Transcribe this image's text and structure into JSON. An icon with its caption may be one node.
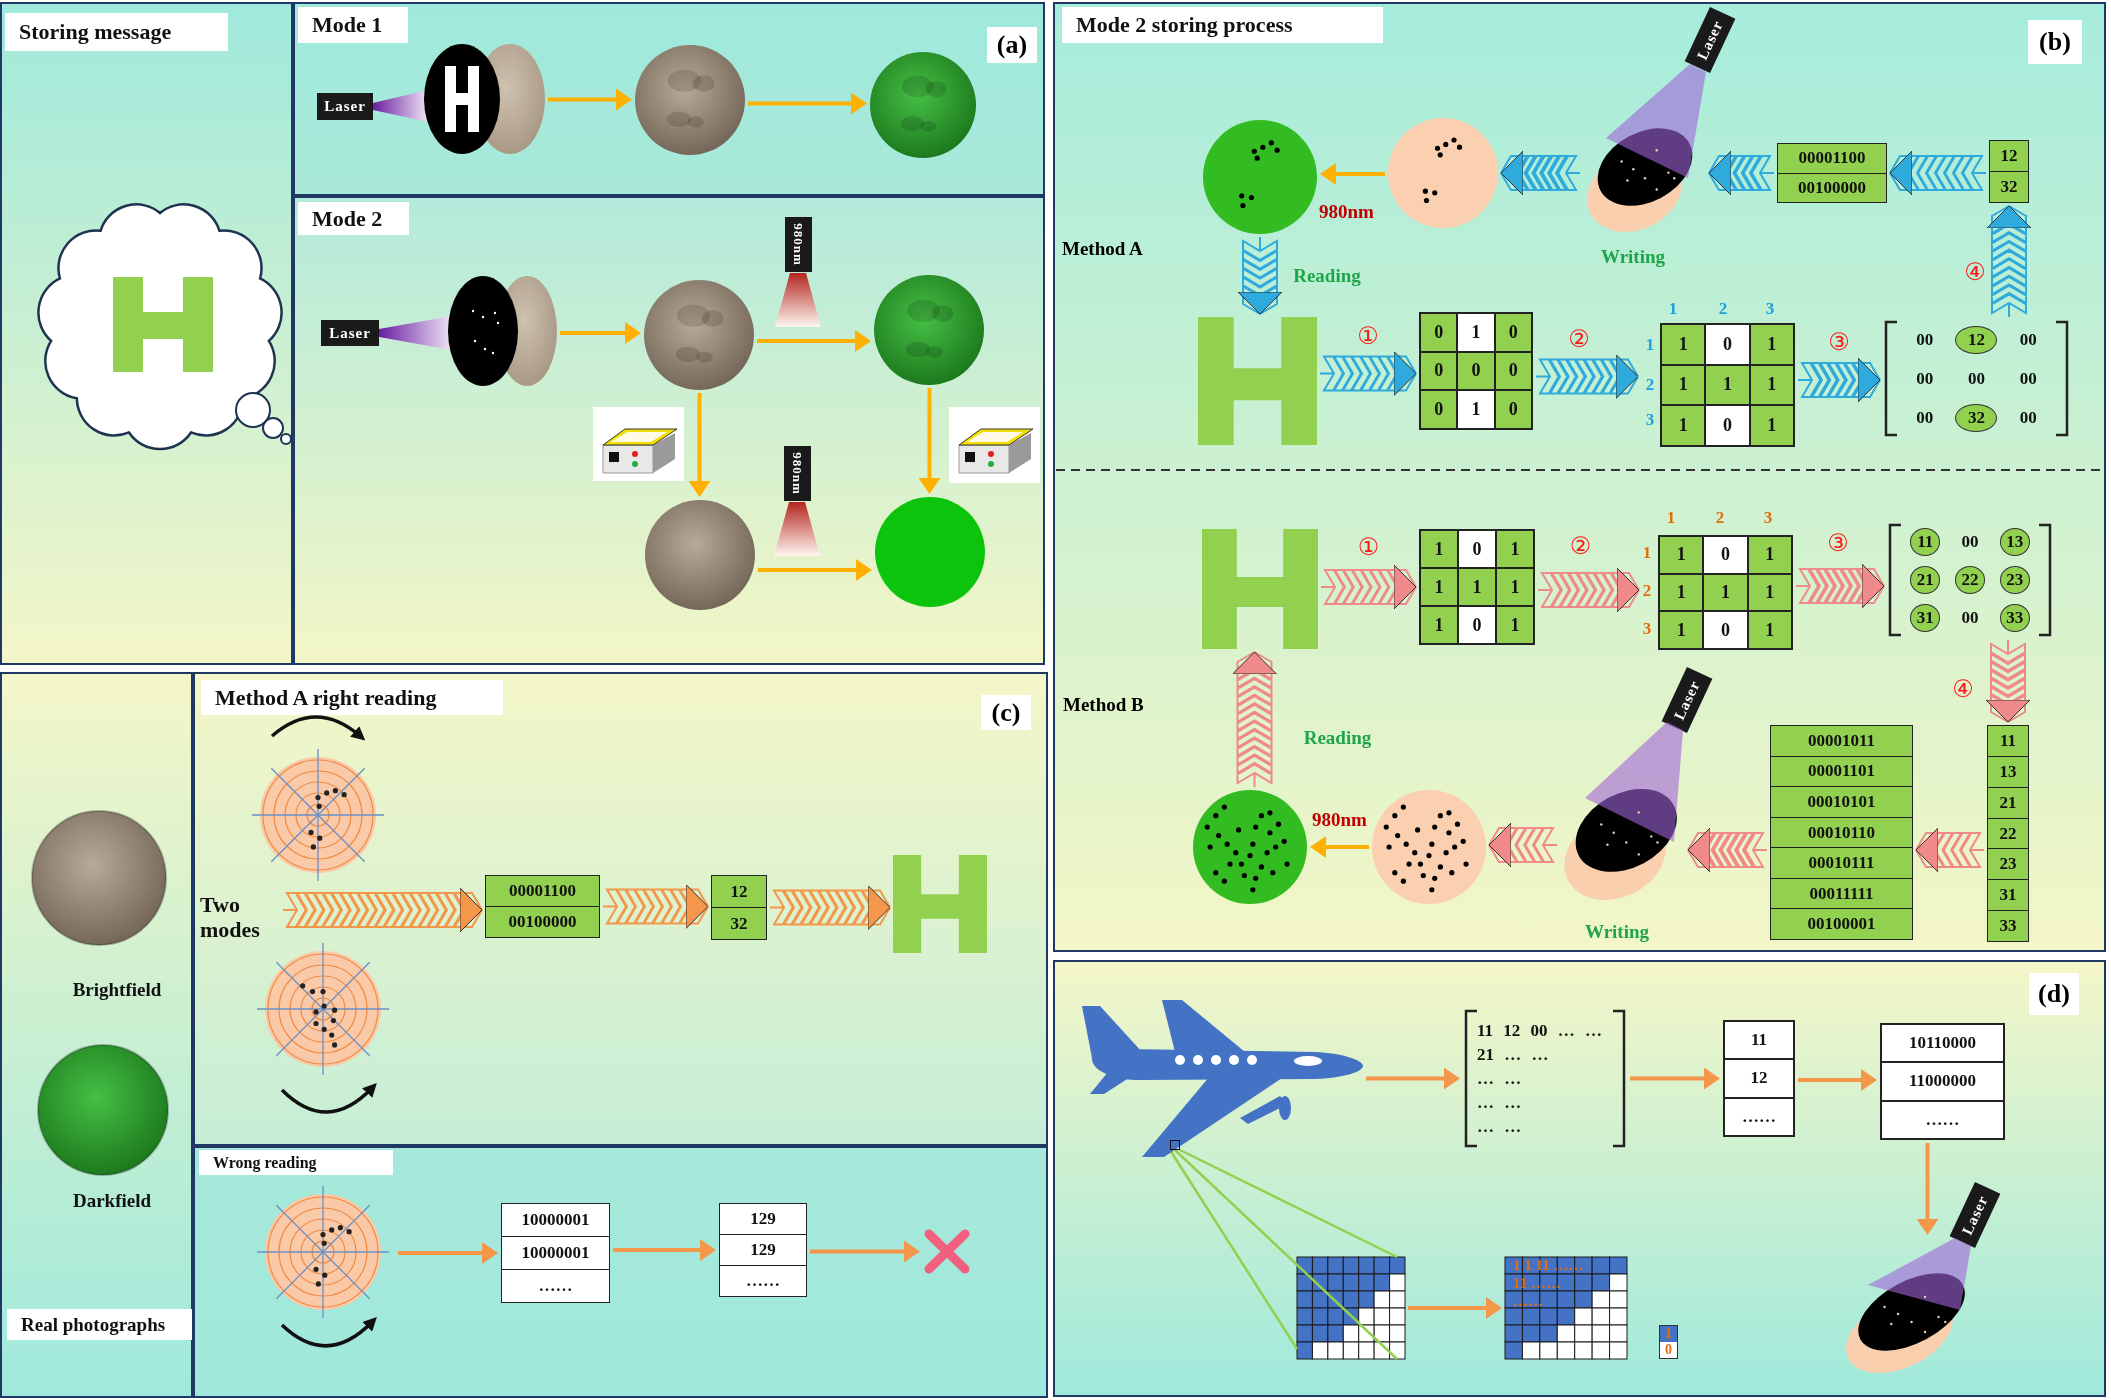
{
  "diagram": {
    "nodes": [
      {
        "text": [
          "Storing message"
        ]
      },
      {
        "text": [
          "Mode 1"
        ]
      },
      {
        "text": [
          "Laser"
        ],
        "in": 1
      },
      {
        "text": [],
        "shape": "picture",
        "in": 1
      },
      {
        "text": [],
        "shape": "picture",
        "in": 1
      },
      {
        "text": [],
        "shape": "picture",
        "in": 1
      },
      {
        "text": [
          "Mode 2"
        ]
      },
      {
        "text": [
          "Laser"
        ],
        "in": 6
      },
      {
        "text": [],
        "shape": "picture",
        "in": 6
      },
      {
        "text": [],
        "shape": "picture",
        "in": 6
      },
      {
        "text": [
          "980nm"
        ],
        "in": 6
      },
      {
        "text": [],
        "shape": "picture",
        "in": 6
      },
      {
        "text": [],
        "shape": "picture",
        "in": 6
      },
      {
        "text": [
          "980nm"
        ],
        "in": 6
      },
      {
        "text": [],
        "shape": "circle",
        "in": 6
      },
      {
        "text": [
          "Mode 2 storing process"
        ]
      },
      {
        "text": [],
        "shape": "picture",
        "in": 15
      },
      {
        "text": [],
        "shape": "picture",
        "in": 15
      },
      {
        "text": [
          "Laser"
        ],
        "in": 15
      },
      {
        "text": [],
        "shape": "picture",
        "in": 15,
        "beside": [
          "Writing"
        ]
      },
      {
        "text": [
          "00001100",
          "00100000"
        ],
        "in": 15
      },
      {
        "text": [
          "12",
          "32"
        ],
        "in": 15
      },
      {
        "text": [],
        "shape": "picture",
        "in": 15
      },
      {
        "text": [
          "0",
          "1",
          "0",
          "0",
          "0",
          "0",
          "0",
          "1",
          "0"
        ],
        "in": 15
      },
      {
        "text": [
          "1",
          "0",
          "1",
          "1",
          "1",
          "1",
          "1",
          "0",
          "1"
        ],
        "in": 15,
        "beside": [
          "1",
          "2",
          "3",
          "1",
          "2",
          "3"
        ]
      },
      {
        "text": [
          "00",
          "12",
          "00",
          "00",
          "00",
          "00",
          "00",
          "32",
          "00"
        ],
        "in": 15
      },
      {
        "text": [],
        "shape": "picture",
        "in": 15
      },
      {
        "text": [
          "1",
          "0",
          "1",
          "1",
          "1",
          "1",
          "1",
          "0",
          "1"
        ],
        "in": 15
      },
      {
        "text": [
          "1",
          "0",
          "1",
          "1",
          "1",
          "1",
          "1",
          "0",
          "1"
        ],
        "in": 15,
        "beside": [
          "1",
          "2",
          "3",
          "1",
          "2",
          "3"
        ]
      },
      {
        "text": [
          "11",
          "00",
          "13",
          "21",
          "22",
          "23",
          "31",
          "00",
          "33"
        ],
        "in": 15
      },
      {
        "text": [
          "11",
          "13",
          "21",
          "22",
          "23",
          "31",
          "33"
        ],
        "in": 15
      },
      {
        "text": [
          "00001011",
          "00001101",
          "00010101",
          "00010110",
          "00010111",
          "00011111",
          "00100001"
        ],
        "in": 15
      },
      {
        "text": [
          "Laser"
        ],
        "in": 15
      },
      {
        "text": [],
        "shape": "picture",
        "in": 15,
        "beside": [
          "Writing"
        ]
      },
      {
        "text": [],
        "shape": "picture",
        "in": 15
      },
      {
        "text": [],
        "shape": "picture",
        "in": 15
      },
      {
        "text": [
          "Real photographs"
        ]
      },
      {
        "text": [],
        "shape": "picture",
        "in": 36,
        "beside": [
          "Brightfield"
        ]
      },
      {
        "text": [],
        "shape": "picture",
        "in": 36,
        "beside": [
          "Darkfield"
        ]
      },
      {
        "text": [
          "Method A right reading"
        ]
      },
      {
        "text": [],
        "shape": "picture",
        "in": 39
      },
      {
        "text": [],
        "shape": "picture",
        "in": 39
      },
      {
        "text": [
          "Two modes"
        ],
        "in": 39
      },
      {
        "text": [
          "00001100",
          "00100000"
        ],
        "in": 39
      },
      {
        "text": [
          "12",
          "32"
        ],
        "in": 39
      },
      {
        "text": [],
        "shape": "picture",
        "in": 39
      },
      {
        "text": [
          "Wrong reading"
        ]
      },
      {
        "text": [],
        "shape": "picture",
        "in": 46
      },
      {
        "text": [
          "10000001",
          "10000001",
          "……"
        ],
        "in": 46
      },
      {
        "text": [
          "129",
          "129",
          "……"
        ],
        "in": 46
      },
      {
        "text": [],
        "shape": "cross",
        "in": 46
      },
      {
        "text": [],
        "shape": "box"
      },
      {
        "text": [],
        "shape": "picture",
        "in": 51
      },
      {
        "text": [],
        "shape": "box",
        "in": 52
      },
      {
        "text": [
          "11 12 00 … …",
          "21 … …",
          "… …",
          "… …",
          "… …"
        ],
        "in": 51
      },
      {
        "text": [
          "11",
          "12",
          "……"
        ],
        "in": 51
      },
      {
        "text": [
          "10110000",
          "11000000",
          "……"
        ],
        "in": 51
      },
      {
        "text": [],
        "shape": "picture",
        "in": 51
      },
      {
        "text": [
          "1 1 11 ……",
          "11 ……",
          "……"
        ],
        "in": 51
      },
      {
        "text": [
          "1",
          "0"
        ],
        "in": 51
      },
      {
        "text": [
          "Laser"
        ],
        "in": 51
      },
      {
        "text": [],
        "shape": "picture",
        "in": 51
      }
    ],
    "edges": [
      {
        "from": 3,
        "to": 4,
        "arrow": "to",
        "color": "#ffb000"
      },
      {
        "from": 4,
        "to": 5,
        "arrow": "to",
        "color": "#ffb000"
      },
      {
        "from": 8,
        "to": 9,
        "arrow": "to",
        "color": "#ffb000"
      },
      {
        "from": 9,
        "to": 11,
        "arrow": "to",
        "color": "#ffb000"
      },
      {
        "from": 9,
        "to": 12,
        "arrow": "to",
        "color": "#ffb000"
      },
      {
        "from": 11,
        "to": 14,
        "arrow": "to",
        "color": "#ffb000"
      },
      {
        "from": 12,
        "to": 14,
        "arrow": "to",
        "color": "#ffb000"
      },
      {
        "from": 21,
        "to": 20,
        "arrow": "to",
        "color": "#2eaadc"
      },
      {
        "from": 20,
        "to": 19,
        "arrow": "to",
        "color": "#2eaadc"
      },
      {
        "from": 19,
        "to": 17,
        "arrow": "to",
        "color": "#2eaadc"
      },
      {
        "from": 17,
        "to": 16,
        "arrow": "to",
        "label": "980nm",
        "color": "#ffb000"
      },
      {
        "from": 16,
        "to": 22,
        "arrow": "to",
        "label": "Reading",
        "color": "#2eaadc"
      },
      {
        "from": 22,
        "to": 23,
        "arrow": "to",
        "label": "①",
        "color": "#2eaadc"
      },
      {
        "from": 23,
        "to": 24,
        "arrow": "to",
        "label": "②",
        "color": "#2eaadc"
      },
      {
        "from": 24,
        "to": 25,
        "arrow": "to",
        "label": "③",
        "color": "#2eaadc"
      },
      {
        "from": 25,
        "to": 21,
        "arrow": "to",
        "label": "④",
        "color": "#2eaadc"
      },
      {
        "from": 26,
        "to": 27,
        "arrow": "to",
        "label": "①",
        "color": "#f08a8a"
      },
      {
        "from": 27,
        "to": 28,
        "arrow": "to",
        "label": "②",
        "color": "#f08a8a"
      },
      {
        "from": 28,
        "to": 29,
        "arrow": "to",
        "label": "③",
        "color": "#f08a8a"
      },
      {
        "from": 29,
        "to": 30,
        "arrow": "to",
        "label": "④",
        "color": "#f08a8a"
      },
      {
        "from": 30,
        "to": 31,
        "arrow": "to",
        "color": "#f08a8a"
      },
      {
        "from": 31,
        "to": 33,
        "arrow": "to",
        "color": "#f08a8a"
      },
      {
        "from": 33,
        "to": 34,
        "arrow": "to",
        "color": "#f08a8a"
      },
      {
        "from": 34,
        "to": 35,
        "arrow": "to",
        "label": "980nm",
        "color": "#ffb000"
      },
      {
        "from": 35,
        "to": 26,
        "arrow": "to",
        "label": "Reading",
        "color": "#f08a8a"
      },
      {
        "from": 42,
        "to": 43,
        "arrow": "to"
      },
      {
        "from": 43,
        "to": 44,
        "arrow": "to"
      },
      {
        "from": 44,
        "to": 45,
        "arrow": "to"
      },
      {
        "from": 47,
        "to": 48,
        "arrow": "to"
      },
      {
        "from": 48,
        "to": 49,
        "arrow": "to"
      },
      {
        "from": 49,
        "to": 50,
        "arrow": "to"
      },
      {
        "from": 52,
        "to": 54,
        "arrow": "to"
      },
      {
        "from": 54,
        "to": 55,
        "arrow": "to"
      },
      {
        "from": 55,
        "to": 56,
        "arrow": "to"
      },
      {
        "from": 56,
        "to": 61,
        "arrow": "to"
      },
      {
        "from": 57,
        "to": 58,
        "arrow": "to"
      },
      {
        "from": 53,
        "to": 57,
        "arrow": "none",
        "color": "#92d050"
      }
    ],
    "labels": [
      "(a)",
      "(b)",
      "Method A",
      "Method B",
      "(c)",
      "(d)"
    ]
  }
}
